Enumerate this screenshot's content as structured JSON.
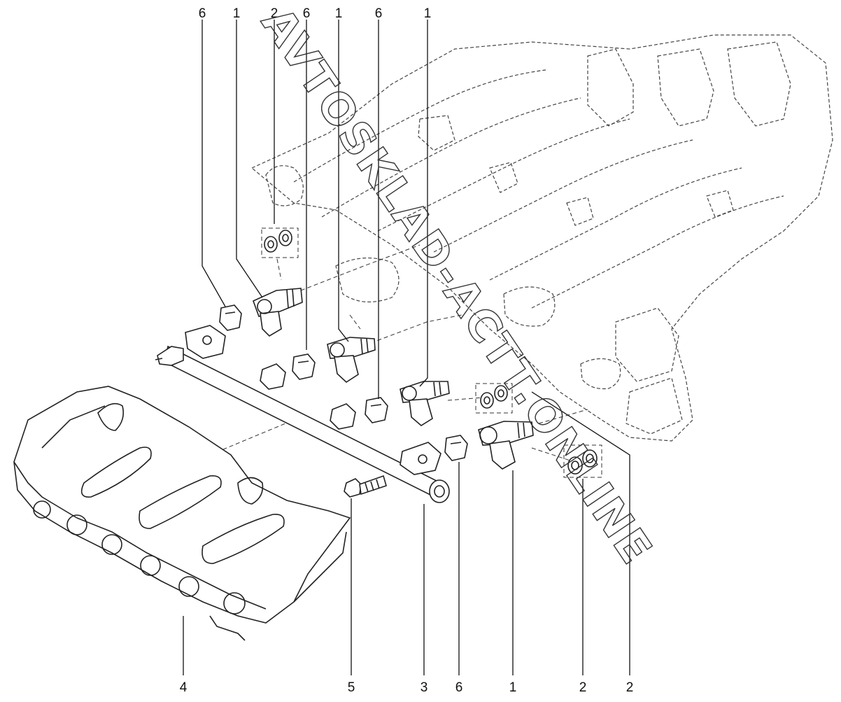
{
  "callouts": {
    "top": [
      "6",
      "1",
      "2",
      "6",
      "1",
      "6",
      "1"
    ],
    "bottom": [
      "4",
      "5",
      "3",
      "6",
      "1",
      "2",
      "2"
    ]
  },
  "watermark": "AVTOSKLAD-ACTT.ONLINE"
}
